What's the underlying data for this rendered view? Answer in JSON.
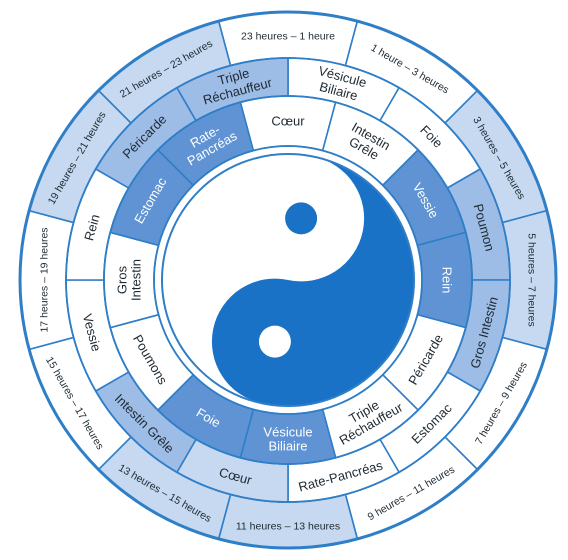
{
  "colors": {
    "line": "#2f7ec8",
    "light": "#c6d9f0",
    "mid": "#9dbde6",
    "dark": "#5f93d3",
    "yin": "#1a72c6",
    "white": "#ffffff",
    "text": "#1e2a33"
  },
  "time_ring": [
    {
      "label": "23 heures – 1 heure",
      "fill": "white"
    },
    {
      "label": "1 heure – 3 heures",
      "fill": "white"
    },
    {
      "label": "3 heures – 5 heures",
      "fill": "light"
    },
    {
      "label": "5 heures – 7 heures",
      "fill": "light"
    },
    {
      "label": "7 heures – 9 heures",
      "fill": "white"
    },
    {
      "label": "9 heures – 11 heures",
      "fill": "white"
    },
    {
      "label": "11 heures – 13 heures",
      "fill": "light"
    },
    {
      "label": "13 heures – 15 heures",
      "fill": "light"
    },
    {
      "label": "15 heures – 17 heures",
      "fill": "white"
    },
    {
      "label": "17 heures – 19 heures",
      "fill": "white"
    },
    {
      "label": "19 heures – 21 heures",
      "fill": "light"
    },
    {
      "label": "21 heures – 23 heures",
      "fill": "light"
    }
  ],
  "outer_organs": [
    {
      "label": [
        "Vésicule",
        "Biliaire"
      ],
      "fill": "white"
    },
    {
      "label": [
        "Foie"
      ],
      "fill": "white"
    },
    {
      "label": [
        "Poumon"
      ],
      "fill": "mid"
    },
    {
      "label": [
        "Gros Intestin"
      ],
      "fill": "mid"
    },
    {
      "label": [
        "Estomac"
      ],
      "fill": "white"
    },
    {
      "label": [
        "Rate-Pancréas"
      ],
      "fill": "white"
    },
    {
      "label": [
        "Cœur"
      ],
      "fill": "light"
    },
    {
      "label": [
        "Intestin Grêle"
      ],
      "fill": "mid"
    },
    {
      "label": [
        "Vessie"
      ],
      "fill": "white"
    },
    {
      "label": [
        "Rein"
      ],
      "fill": "white"
    },
    {
      "label": [
        "Péricarde"
      ],
      "fill": "mid"
    },
    {
      "label": [
        "Triple",
        "Réchauffeur"
      ],
      "fill": "mid"
    }
  ],
  "inner_organs": [
    {
      "label": [
        "Cœur"
      ],
      "fill": "white"
    },
    {
      "label": [
        "Intestin",
        "Grêle"
      ],
      "fill": "white"
    },
    {
      "label": [
        "Vessie"
      ],
      "fill": "dark"
    },
    {
      "label": [
        "Rein"
      ],
      "fill": "dark"
    },
    {
      "label": [
        "Péricarde"
      ],
      "fill": "white"
    },
    {
      "label": [
        "Triple",
        "Réchauffeur"
      ],
      "fill": "white"
    },
    {
      "label": [
        "Vésicule",
        "Biliaire"
      ],
      "fill": "dark"
    },
    {
      "label": [
        "Foie"
      ],
      "fill": "dark"
    },
    {
      "label": [
        "Poumons"
      ],
      "fill": "white"
    },
    {
      "label": [
        "Gros",
        "Intestin"
      ],
      "fill": "white"
    },
    {
      "label": [
        "Estomac"
      ],
      "fill": "dark"
    },
    {
      "label": [
        "Rate-",
        "Pancréas"
      ],
      "fill": "dark"
    }
  ]
}
